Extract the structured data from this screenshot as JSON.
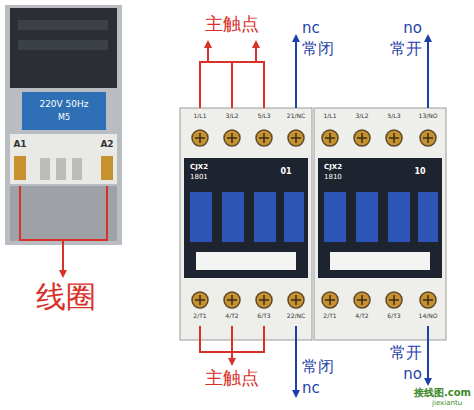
{
  "diagram": {
    "labels": [
      "主触点",
      "nc",
      "常闭",
      "no",
      "常开",
      "220V 50Hz",
      "M5",
      "A1",
      "A2",
      "线圈",
      "1/L1",
      "3/L2",
      "5/L3",
      "21/NC",
      "CJX2",
      "1801",
      "01",
      "2/T1",
      "4/T2",
      "6/T3",
      "22/NC",
      "1/L1",
      "3/L2",
      "5/L3",
      "13/NO",
      "CJX2",
      "1810",
      "10",
      "2/T1",
      "4/T2",
      "6/T3",
      "14/NO",
      "主触点",
      "常闭",
      "nc",
      "常开",
      "no",
      "接线图.com",
      "jiexiantu"
    ]
  }
}
